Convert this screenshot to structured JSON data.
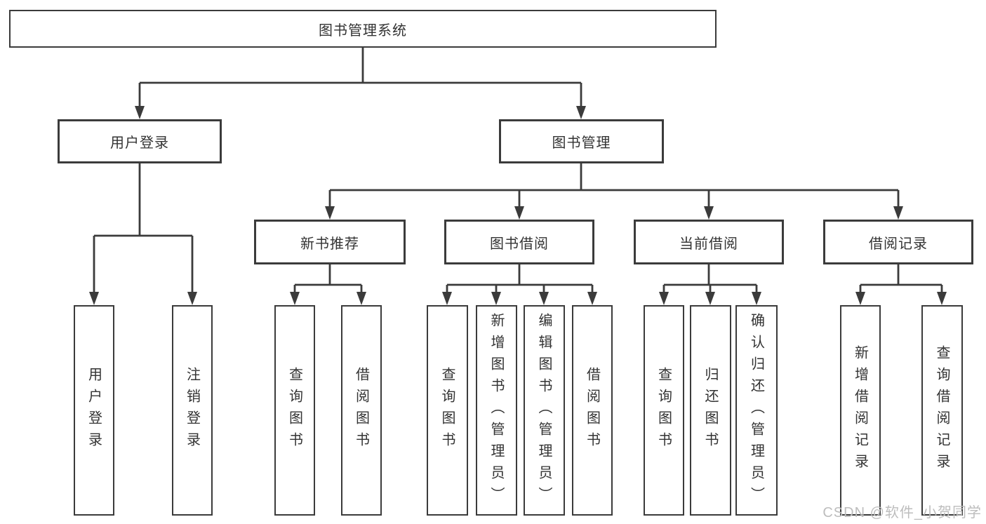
{
  "diagram": {
    "root": {
      "label": "图书管理系统"
    },
    "branches": [
      {
        "label": "用户登录",
        "children": [
          {
            "label": "用户登录"
          },
          {
            "label": "注销登录"
          }
        ]
      },
      {
        "label": "图书管理",
        "children": [
          {
            "label": "新书推荐",
            "children": [
              {
                "label": "查询图书"
              },
              {
                "label": "借阅图书"
              }
            ]
          },
          {
            "label": "图书借阅",
            "children": [
              {
                "label": "查询图书"
              },
              {
                "label": "新增图书（管理员）"
              },
              {
                "label": "编辑图书（管理员）"
              },
              {
                "label": "借阅图书"
              }
            ]
          },
          {
            "label": "当前借阅",
            "children": [
              {
                "label": "查询图书"
              },
              {
                "label": "归还图书"
              },
              {
                "label": "确认归还（管理员）"
              }
            ]
          },
          {
            "label": "借阅记录",
            "children": [
              {
                "label": "新增借阅记录"
              },
              {
                "label": "查询借阅记录"
              }
            ]
          }
        ]
      }
    ]
  },
  "watermark": "CSDN @软件_小贺同学",
  "colors": {
    "line": "#3b3b3b",
    "text": "#333333",
    "background": "#ffffff",
    "watermark": "#bdbdbd"
  }
}
